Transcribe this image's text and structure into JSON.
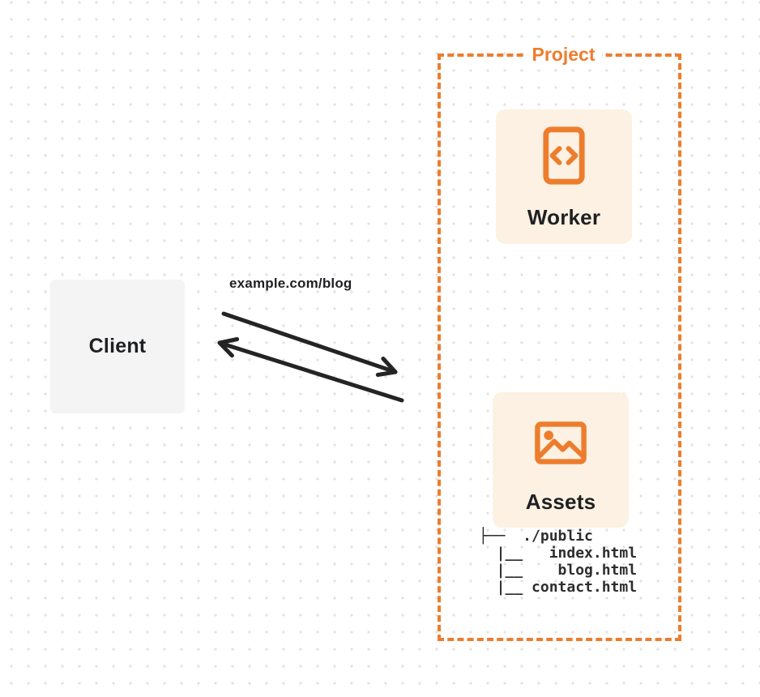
{
  "client": {
    "label": "Client"
  },
  "request": {
    "url": "example.com/blog"
  },
  "project": {
    "label": "Project",
    "worker": {
      "label": "Worker",
      "icon": "code-document-icon"
    },
    "assets": {
      "label": "Assets",
      "icon": "image-icon",
      "tree_text": "├──  ./public\n  |__   index.html\n  |__    blog.html\n  |__ contact.html"
    }
  },
  "colors": {
    "accent": "#ed7d2d",
    "card_bg": "#fcf1e2",
    "client_bg": "#f4f4f5",
    "text_dark": "#1f2023",
    "arrow": "#242424",
    "dot": "#e3e3e6"
  }
}
